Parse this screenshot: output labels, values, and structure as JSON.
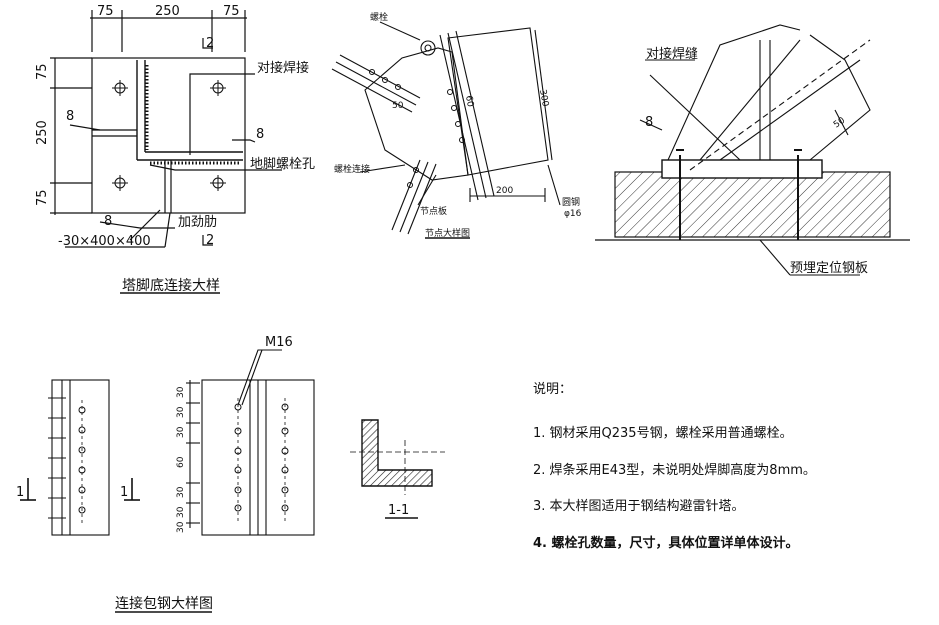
{
  "base_detail": {
    "title": "塔脚底连接大样",
    "dims_top": [
      "75",
      "250",
      "75"
    ],
    "dims_left": [
      "75",
      "250",
      "75"
    ],
    "section_mark": "2",
    "butt_weld": "对接焊接",
    "weld_size_left": "8",
    "weld_size_right": "8",
    "weld_size_bottom": "8",
    "anchor_hole": "地脚螺栓孔",
    "stiffener": "加劲肋",
    "plate": "-30×400×400"
  },
  "node_detail": {
    "title": "节点大样图",
    "dim_200": "200",
    "dim_300": "300",
    "label_bolt": "螺栓",
    "label_bolt2": "螺栓连接",
    "label_plate": "节点板",
    "label_rod": "圆钢",
    "label_phi": "φ16",
    "dim_60": "60",
    "dim_50": "50"
  },
  "anchor_detail": {
    "butt_weld": "对接焊缝",
    "weld_size": "8",
    "dim_50": "50",
    "embedded_plate": "预埋定位钢板"
  },
  "splice_detail": {
    "title": "连接包钢大样图",
    "bolt": "M16",
    "section_mark": "1",
    "dims": [
      "30",
      "30",
      "30",
      "60",
      "30",
      "30",
      "30"
    ],
    "section_label": "1-1"
  },
  "notes": {
    "heading": "说明：",
    "items": [
      "1. 钢材采用Q235号钢，螺栓采用普通螺栓。",
      "2. 焊条采用E43型，未说明处焊脚高度为8mm。",
      "3. 本大样图适用于钢结构避雷针塔。",
      "4. 螺栓孔数量，尺寸，具体位置详单体设计。"
    ]
  }
}
